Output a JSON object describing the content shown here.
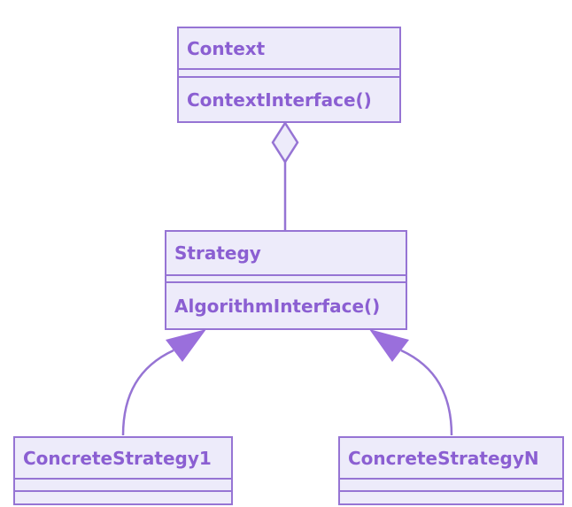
{
  "classes": {
    "context": {
      "name": "Context",
      "method": "ContextInterface()"
    },
    "strategy": {
      "name": "Strategy",
      "method": "AlgorithmInterface()"
    },
    "concrete1": {
      "name": "ConcreteStrategy1"
    },
    "concreteN": {
      "name": "ConcreteStrategyN"
    }
  },
  "colors": {
    "line": "#9674d4",
    "box_fill": "#edebfa",
    "arrow_fill": "#9a6fdc",
    "text": "#8b5fd2",
    "background": "#ffffff"
  }
}
